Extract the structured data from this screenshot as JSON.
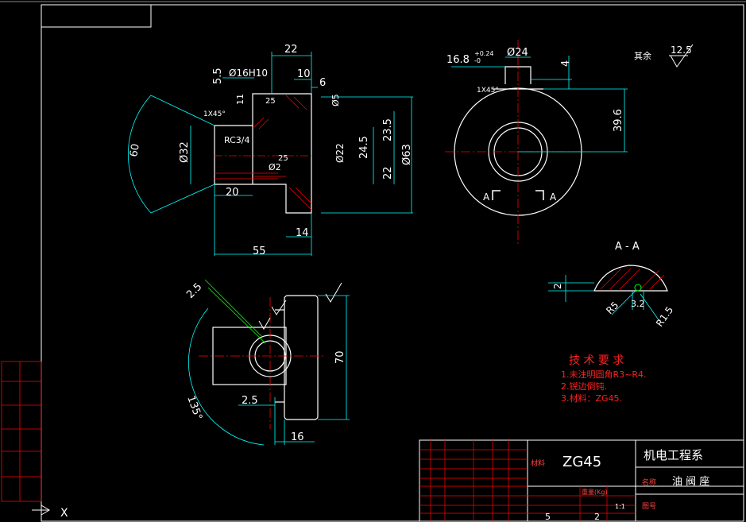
{
  "colors": {
    "background": "#000000",
    "border": "#ffffff",
    "dimension": "#00ffff",
    "centerline": "#ff0000",
    "hatch": "#ff0000",
    "titleblock_grid": "#ff0000",
    "tech_text": "#ff0000",
    "highlight": "#00ff00"
  },
  "dimensions": {
    "top_22": "22",
    "top_10": "10",
    "top_6": "6",
    "top_5_5": "5.5",
    "top_11": "11",
    "bore": "Ø16H10",
    "d32": "Ø32",
    "d22": "Ø22",
    "d24_5": "24.5",
    "d23_5": "23.5",
    "d22b": "22",
    "d63": "Ø63",
    "d5": "Ø5",
    "d2": "Ø2",
    "chamfer1": "1X45°",
    "thread": "RC3/4",
    "w20": "20",
    "w14": "14",
    "w55": "55",
    "angle60": "60",
    "r_vals": [
      "25",
      "25",
      "3.2"
    ],
    "top_right_tol": "16.8",
    "tol_upper": "+0.24",
    "tol_lower": "-0",
    "d24": "Ø24",
    "h4": "4",
    "h39_6": "39.6",
    "chamfer2": "1X45°",
    "sec_a_left": "A",
    "sec_a_right": "A",
    "sec_a2": "2",
    "sec_r5": "R5",
    "sec_3_2": "3.2",
    "sec_r1_5": "R1.5",
    "bottom_2_5a": "2.5",
    "bottom_2_5b": "2.5",
    "bottom_135": "135°",
    "bottom_70": "70",
    "bottom_16": "16"
  },
  "section_title": "A - A",
  "roughness": {
    "label": "其余",
    "value": "12.5"
  },
  "tech_requirements": {
    "title": "技 术 要 求",
    "items": [
      "1.未注明圆角R3~R4.",
      "2.锐边倒钝.",
      "3.材料：ZG45."
    ]
  },
  "title_block": {
    "material": "ZG45",
    "school": "机电工程系",
    "part_name": "油 阀 座",
    "part_name_label": "名称",
    "drawing_no_label": "图号",
    "scale": "1:1",
    "sheet_a": "5",
    "sheet_b": "2",
    "weight_label": "重量(Kg)",
    "material_label": "材料"
  },
  "axis_mark": "X"
}
